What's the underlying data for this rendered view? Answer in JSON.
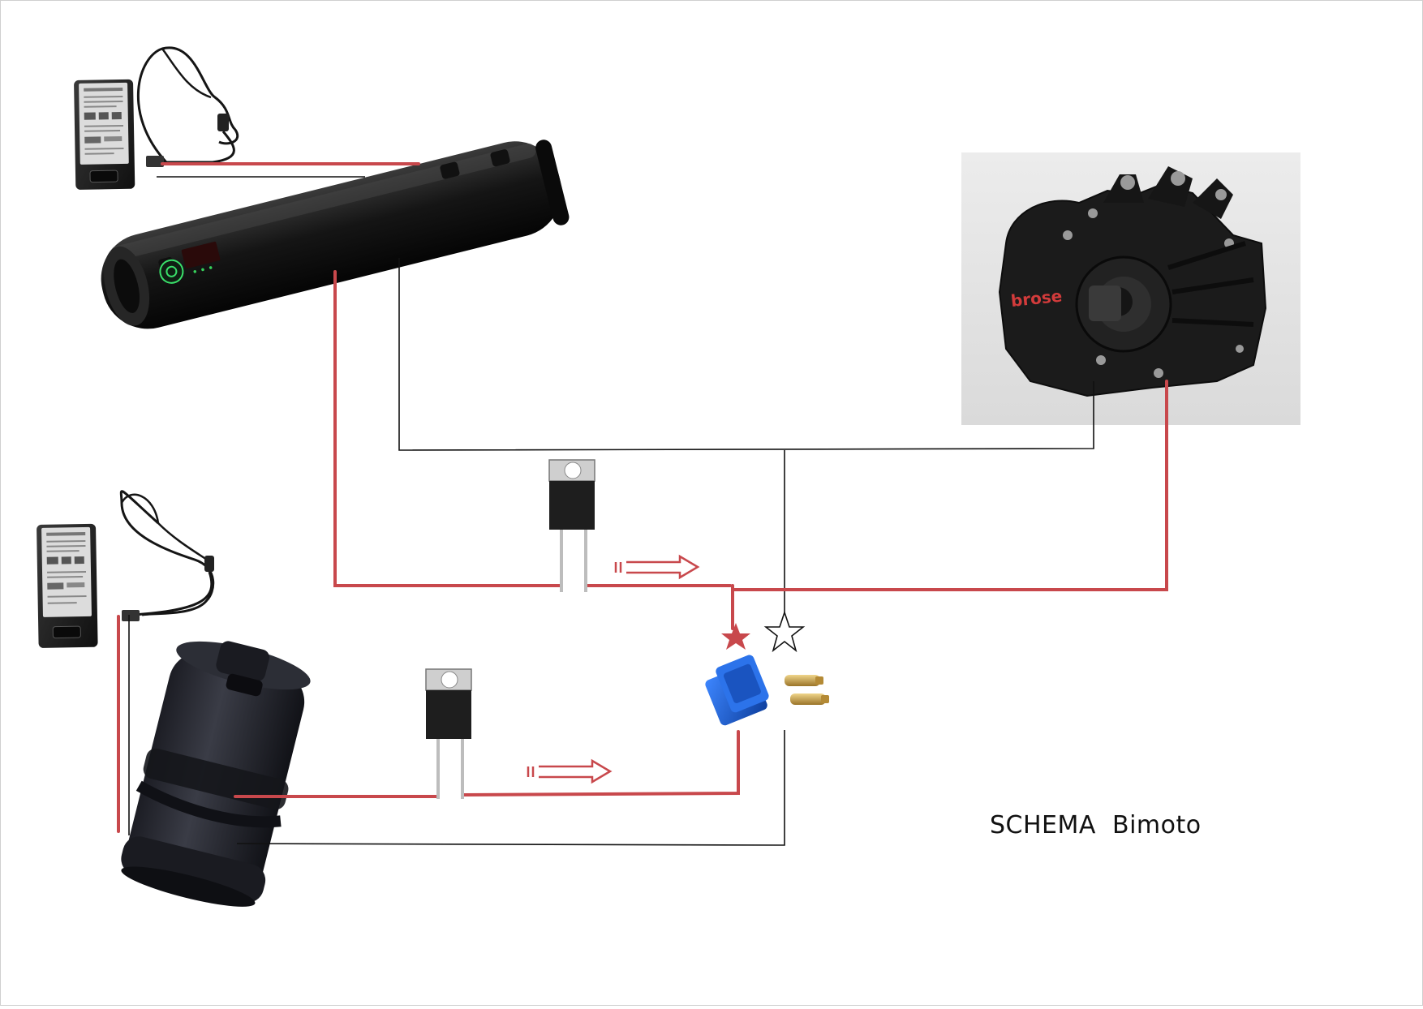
{
  "diagram": {
    "caption": "SCHEMA  Bimoto",
    "motor_brand": "brose",
    "colors": {
      "positive_wire": "#c8484c",
      "negative_wire": "#111111",
      "background": "#ffffff",
      "connector_blue": "#1f5fd1",
      "pin_gold": "#c9a24a"
    },
    "icons": [
      "charger-top",
      "charger-bottom",
      "frame-battery",
      "bottle-battery",
      "brose-motor",
      "diode-top",
      "diode-bottom",
      "xt60-connector",
      "positive-star",
      "negative-star",
      "flow-arrow-top",
      "flow-arrow-bottom"
    ]
  }
}
